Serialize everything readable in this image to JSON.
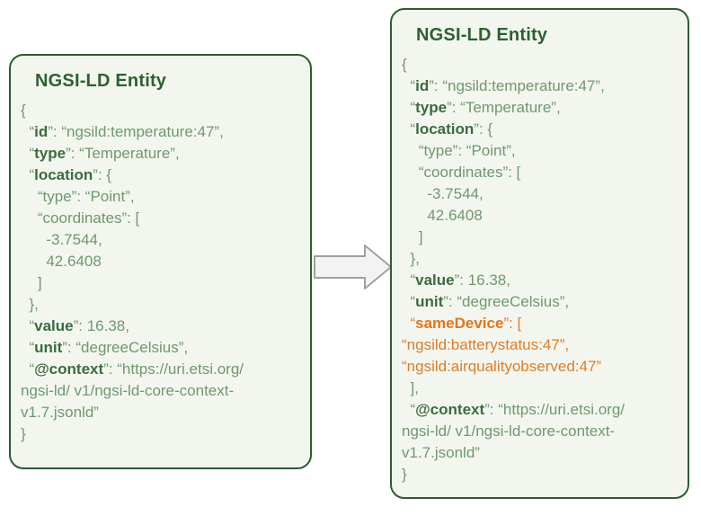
{
  "colors": {
    "panel_bg": "#f3f6ee",
    "panel_border": "#2d5c31",
    "title": "#2d6132",
    "key": "#3c6b40",
    "text": "#6e9872",
    "hkey": "#e0761f",
    "htext": "#dd7c2a",
    "arrow_fill": "#f3f3f3",
    "arrow_border": "#a0a0a0"
  },
  "left_panel": {
    "title": "NGSI-LD Entity",
    "lines": [
      [
        {
          "t": "{"
        }
      ],
      [
        {
          "t": "  “"
        },
        {
          "t": "id",
          "s": "key"
        },
        {
          "t": "”: “ngsild:temperature:47”,"
        }
      ],
      [
        {
          "t": "  “"
        },
        {
          "t": "type",
          "s": "key"
        },
        {
          "t": "”: “Temperature”,"
        }
      ],
      [
        {
          "t": "  “"
        },
        {
          "t": "location",
          "s": "key"
        },
        {
          "t": "”: {"
        }
      ],
      [
        {
          "t": "    “type”: “Point”,"
        }
      ],
      [
        {
          "t": "    “coordinates”: ["
        }
      ],
      [
        {
          "t": "      -3.7544,"
        }
      ],
      [
        {
          "t": "      42.6408"
        }
      ],
      [
        {
          "t": "    ]"
        }
      ],
      [
        {
          "t": "  },"
        }
      ],
      [
        {
          "t": "  “"
        },
        {
          "t": "value",
          "s": "key"
        },
        {
          "t": "”: 16.38,"
        }
      ],
      [
        {
          "t": "  “"
        },
        {
          "t": "unit",
          "s": "key"
        },
        {
          "t": "”: “degreeCelsius”,"
        }
      ],
      [
        {
          "t": "  “"
        },
        {
          "t": "@context",
          "s": "key"
        },
        {
          "t": "”: “https://uri.etsi.org/"
        }
      ],
      [
        {
          "t": "ngsi-ld/ v1/ngsi-ld-core-context-"
        }
      ],
      [
        {
          "t": "v1.7.jsonld”"
        }
      ],
      [
        {
          "t": "}"
        }
      ]
    ]
  },
  "right_panel": {
    "title": "NGSI-LD Entity",
    "lines": [
      [
        {
          "t": "{"
        }
      ],
      [
        {
          "t": "  “"
        },
        {
          "t": "id",
          "s": "key"
        },
        {
          "t": "”: “ngsild:temperature:47”,"
        }
      ],
      [
        {
          "t": "  “"
        },
        {
          "t": "type",
          "s": "key"
        },
        {
          "t": "”: “Temperature”,"
        }
      ],
      [
        {
          "t": "  “"
        },
        {
          "t": "location",
          "s": "key"
        },
        {
          "t": "”: {"
        }
      ],
      [
        {
          "t": "    “type”: “Point”,"
        }
      ],
      [
        {
          "t": "    “coordinates”: ["
        }
      ],
      [
        {
          "t": "      -3.7544,"
        }
      ],
      [
        {
          "t": "      42.6408"
        }
      ],
      [
        {
          "t": "    ]"
        }
      ],
      [
        {
          "t": "  },"
        }
      ],
      [
        {
          "t": "  “"
        },
        {
          "t": "value",
          "s": "key"
        },
        {
          "t": "”: 16.38,"
        }
      ],
      [
        {
          "t": "  “"
        },
        {
          "t": "unit",
          "s": "key"
        },
        {
          "t": "”: “degreeCelsius”,"
        }
      ],
      [
        {
          "t": "  “",
          "s": "htext"
        },
        {
          "t": "sameDevice",
          "s": "hkey"
        },
        {
          "t": "”: [",
          "s": "htext"
        }
      ],
      [
        {
          "t": "“ngsild:batterystatus:47”,",
          "s": "htext"
        }
      ],
      [
        {
          "t": "“ngsild:airqualityobserved:47”",
          "s": "htext"
        }
      ],
      [
        {
          "t": "  ],"
        }
      ],
      [
        {
          "t": "  “"
        },
        {
          "t": "@context",
          "s": "key"
        },
        {
          "t": "”: “https://uri.etsi.org/"
        }
      ],
      [
        {
          "t": "ngsi-ld/ v1/ngsi-ld-core-context-"
        }
      ],
      [
        {
          "t": "v1.7.jsonld”"
        }
      ],
      [
        {
          "t": "}"
        }
      ]
    ]
  },
  "arrow": {
    "meaning": "transform-arrow"
  }
}
